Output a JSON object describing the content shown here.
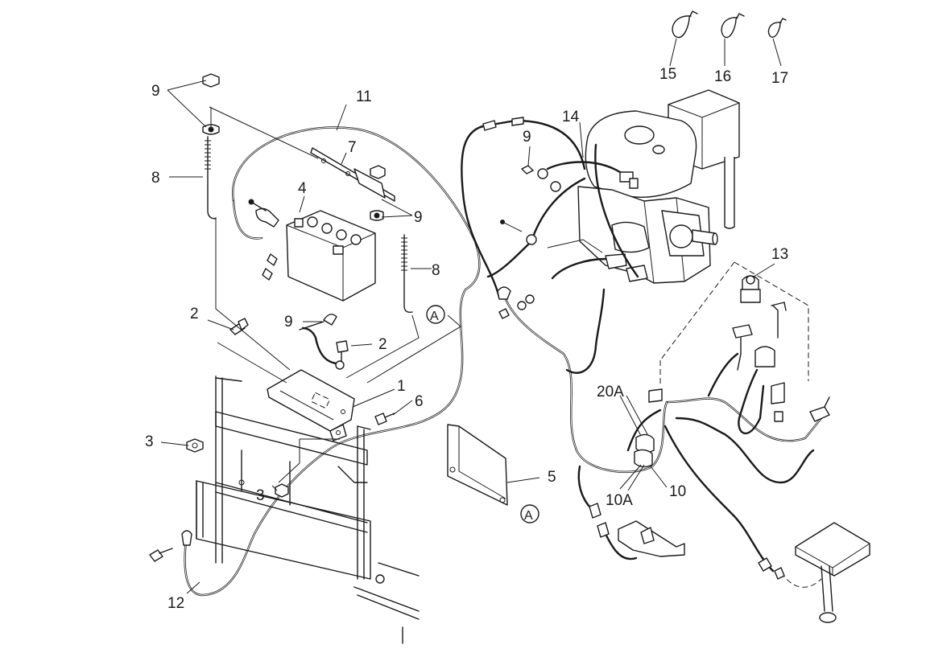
{
  "callouts": {
    "c15": "15",
    "c16": "16",
    "c17": "17",
    "c9a": "9",
    "c11": "11",
    "c14": "14",
    "c9b": "9",
    "c7": "7",
    "c8a": "8",
    "c4": "4",
    "c9c": "9",
    "c13": "13",
    "c8b": "8",
    "c2a": "2",
    "c9d": "9",
    "cA1": "A",
    "c2b": "2",
    "c1": "1",
    "c20A": "20A",
    "c6": "6",
    "c3a": "3",
    "c5": "5",
    "c3b": "3",
    "c10A": "10A",
    "c10": "10",
    "cA2": "A",
    "c12": "12"
  }
}
